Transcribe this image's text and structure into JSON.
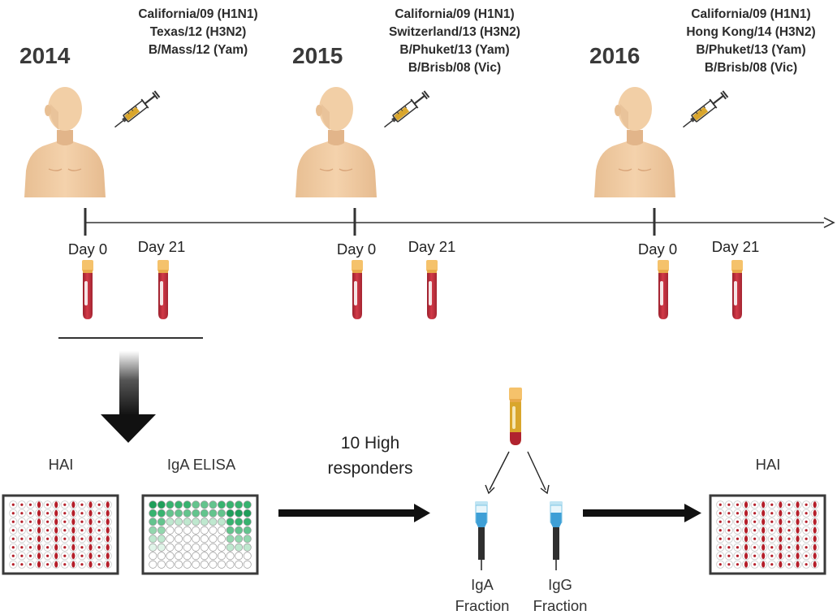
{
  "years": [
    {
      "label": "2014",
      "strains": [
        "California/09 (H1N1)",
        "Texas/12 (H3N2)",
        "B/Mass/12 (Yam)"
      ]
    },
    {
      "label": "2015",
      "strains": [
        "California/09 (H1N1)",
        "Switzerland/13 (H3N2)",
        "B/Phuket/13 (Yam)",
        "B/Brisb/08 (Vic)"
      ]
    },
    {
      "label": "2016",
      "strains": [
        "California/09 (H1N1)",
        "Hong Kong/14 (H3N2)",
        "B/Phuket/13 (Yam)",
        "B/Brisb/08 (Vic)"
      ]
    }
  ],
  "days": [
    "Day 0",
    "Day 21"
  ],
  "assays": {
    "hai_label": "HAI",
    "iga_elisa_label": "IgA ELISA",
    "final_hai_label": "HAI"
  },
  "selection_label_line1": "10 High",
  "selection_label_line2": "responders",
  "fractions": [
    {
      "line1": "IgA",
      "line2": "Fraction"
    },
    {
      "line1": "IgG",
      "line2": "Fraction"
    }
  ],
  "colors": {
    "skin": "#f2cfa6",
    "skin_shadow": "#e2b58a",
    "blood": "#c8323f",
    "blood_dark": "#9b1f2c",
    "cap": "#f5c26b",
    "serum": "#d9a62c",
    "iga_fraction": "#3e9fd6",
    "elisa_green": "#1f9e5a",
    "hai_red": "#b51f2a",
    "timeline": "#333333"
  }
}
